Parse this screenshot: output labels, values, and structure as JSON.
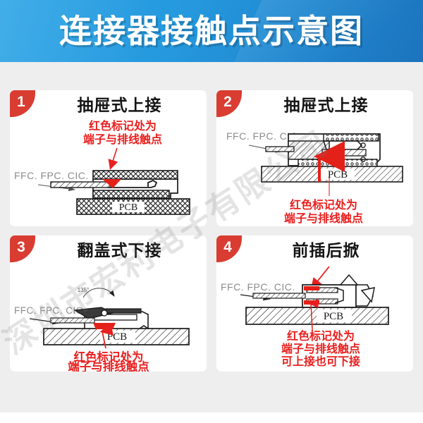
{
  "banner": {
    "title": "连接器接触点示意图",
    "bg_color_left": "#2ba4e6",
    "bg_color_right": "#1c74bd",
    "text_color": "#ffffff"
  },
  "watermark": {
    "text": "深圳市宏利电子有限公司"
  },
  "theme": {
    "page_bg": "#eeeeee",
    "card_bg": "#ffffff",
    "badge_color": "#d93c31",
    "annotation_color": "#e8201f",
    "label_color": "#808080",
    "line_color": "#1a1a1a"
  },
  "common": {
    "cable_label": "FFC. FPC. CIC.",
    "pcb_label": "PCB"
  },
  "panels": [
    {
      "badge": "1",
      "title": "抽屉式上接",
      "annotation_lines": [
        "红色标记处为",
        "端子与排线触点"
      ],
      "annotation_position": "above",
      "cable_label": "FFC. FPC. CIC.",
      "pcb_label": "PCB",
      "angle_label": ""
    },
    {
      "badge": "2",
      "title": "抽屉式上接",
      "annotation_lines": [
        "红色标记处为",
        "端子与排线触点"
      ],
      "annotation_position": "below",
      "cable_label": "FFC. FPC. CIC.",
      "pcb_label": "PCB",
      "angle_label": ""
    },
    {
      "badge": "3",
      "title": "翻盖式下接",
      "annotation_lines": [
        "红色标记处为",
        "端子与排线触点"
      ],
      "annotation_position": "below",
      "cable_label": "FFC. FPC. CIC.",
      "pcb_label": "PCB",
      "angle_label": "135°"
    },
    {
      "badge": "4",
      "title": "前插后掀",
      "annotation_lines": [
        "红色标记处为",
        "端子与排线触点",
        "可上接也可下接"
      ],
      "annotation_position": "below",
      "cable_label": "FFC. FPC. CIC.",
      "pcb_label": "PCB",
      "angle_label": ""
    }
  ]
}
